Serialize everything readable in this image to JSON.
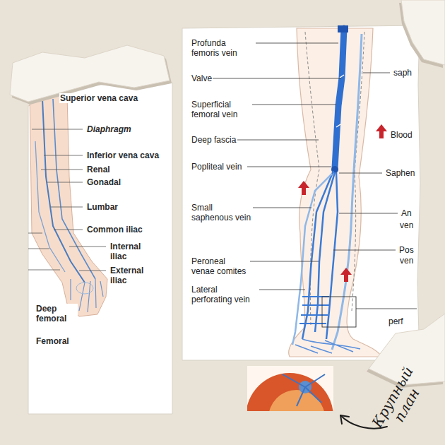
{
  "diagram": {
    "labels": [
      "Superior vena cava",
      "Diaphragm",
      "Inferior vena cava",
      "Renal",
      "Gonadal",
      "Lumbar",
      "Common iliac",
      "Internal iliac",
      "External iliac",
      "Deep femoral",
      "Femoral",
      "Profunda femoris vein",
      "Valve",
      "Superficial femoral vein",
      "Deep fascia",
      "Popliteal vein",
      "Small saphenous vein",
      "Peroneal venae comites",
      "Lateral perforating vein",
      "saph",
      "Blood",
      "Saphen",
      "An",
      "ven",
      "Pos",
      "ven",
      "perf",
      "Крупный план"
    ]
  }
}
